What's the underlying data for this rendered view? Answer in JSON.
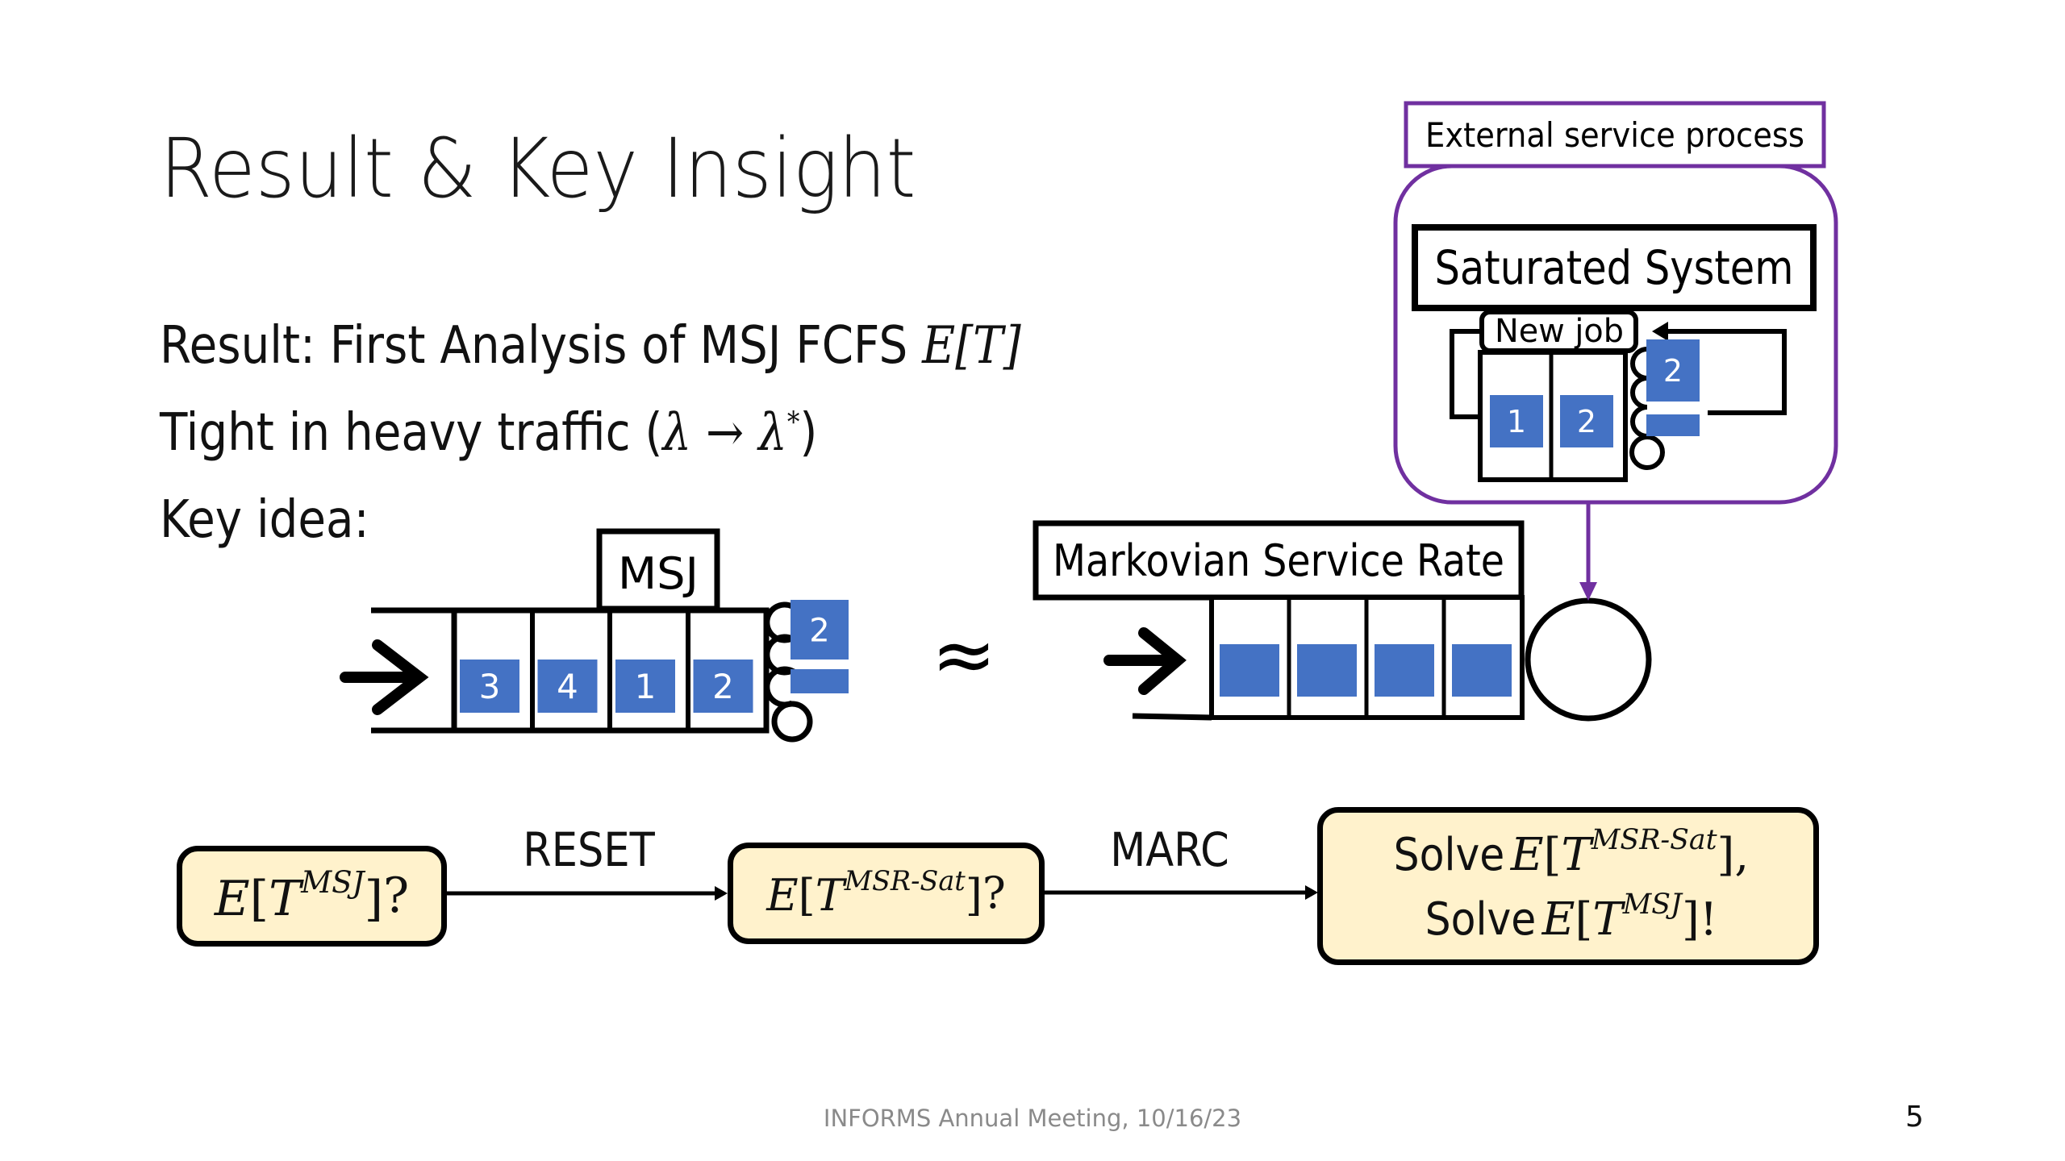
{
  "slide": {
    "title": "Result & Key Insight",
    "bullets": [
      {
        "text": "Result: First Analysis of MSJ FCFS ",
        "math": "E[T]"
      },
      {
        "text": "Tight in heavy traffic (",
        "math_lambda": "λ",
        "arrow": " → ",
        "math_lambda_star": "λ",
        "star": "*",
        "close": ")"
      },
      {
        "text": "Key idea:"
      }
    ],
    "page_number": "5"
  },
  "diagram": {
    "msj_label": "MSJ",
    "msj_queue_jobs": [
      "3",
      "4",
      "1",
      "2"
    ],
    "msj_server_jobs": [
      "2",
      "1"
    ],
    "approx_symbol": "≈",
    "msr_label": "Markovian Service Rate",
    "msr_queue_slots": 4,
    "external_label": "External service process",
    "saturated_label": "Saturated System",
    "new_job_label": "New job",
    "saturated_queue_jobs": [
      "1",
      "2"
    ],
    "saturated_server_jobs": [
      "2",
      "1"
    ],
    "colors": {
      "job_fill": "#4472c4",
      "purple": "#7030a0",
      "flow_box_fill": "#fff2cc"
    }
  },
  "flow": {
    "steps": [
      {
        "prefix": "",
        "E": "E",
        "sup": "MSJ",
        "suffix": "?"
      },
      {
        "prefix": "",
        "E": "E",
        "sup": "MSR-Sat",
        "suffix": "?"
      },
      {
        "line1_prefix": "Solve ",
        "line1_sup": "MSR-Sat",
        "line1_suffix": ",",
        "line2_prefix": "Solve ",
        "line2_sup": "MSJ",
        "line2_suffix": "!"
      }
    ],
    "transitions": [
      "RESET",
      "MARC"
    ]
  },
  "footer": {
    "text": "INFORMS Annual Meeting, 10/16/23"
  }
}
